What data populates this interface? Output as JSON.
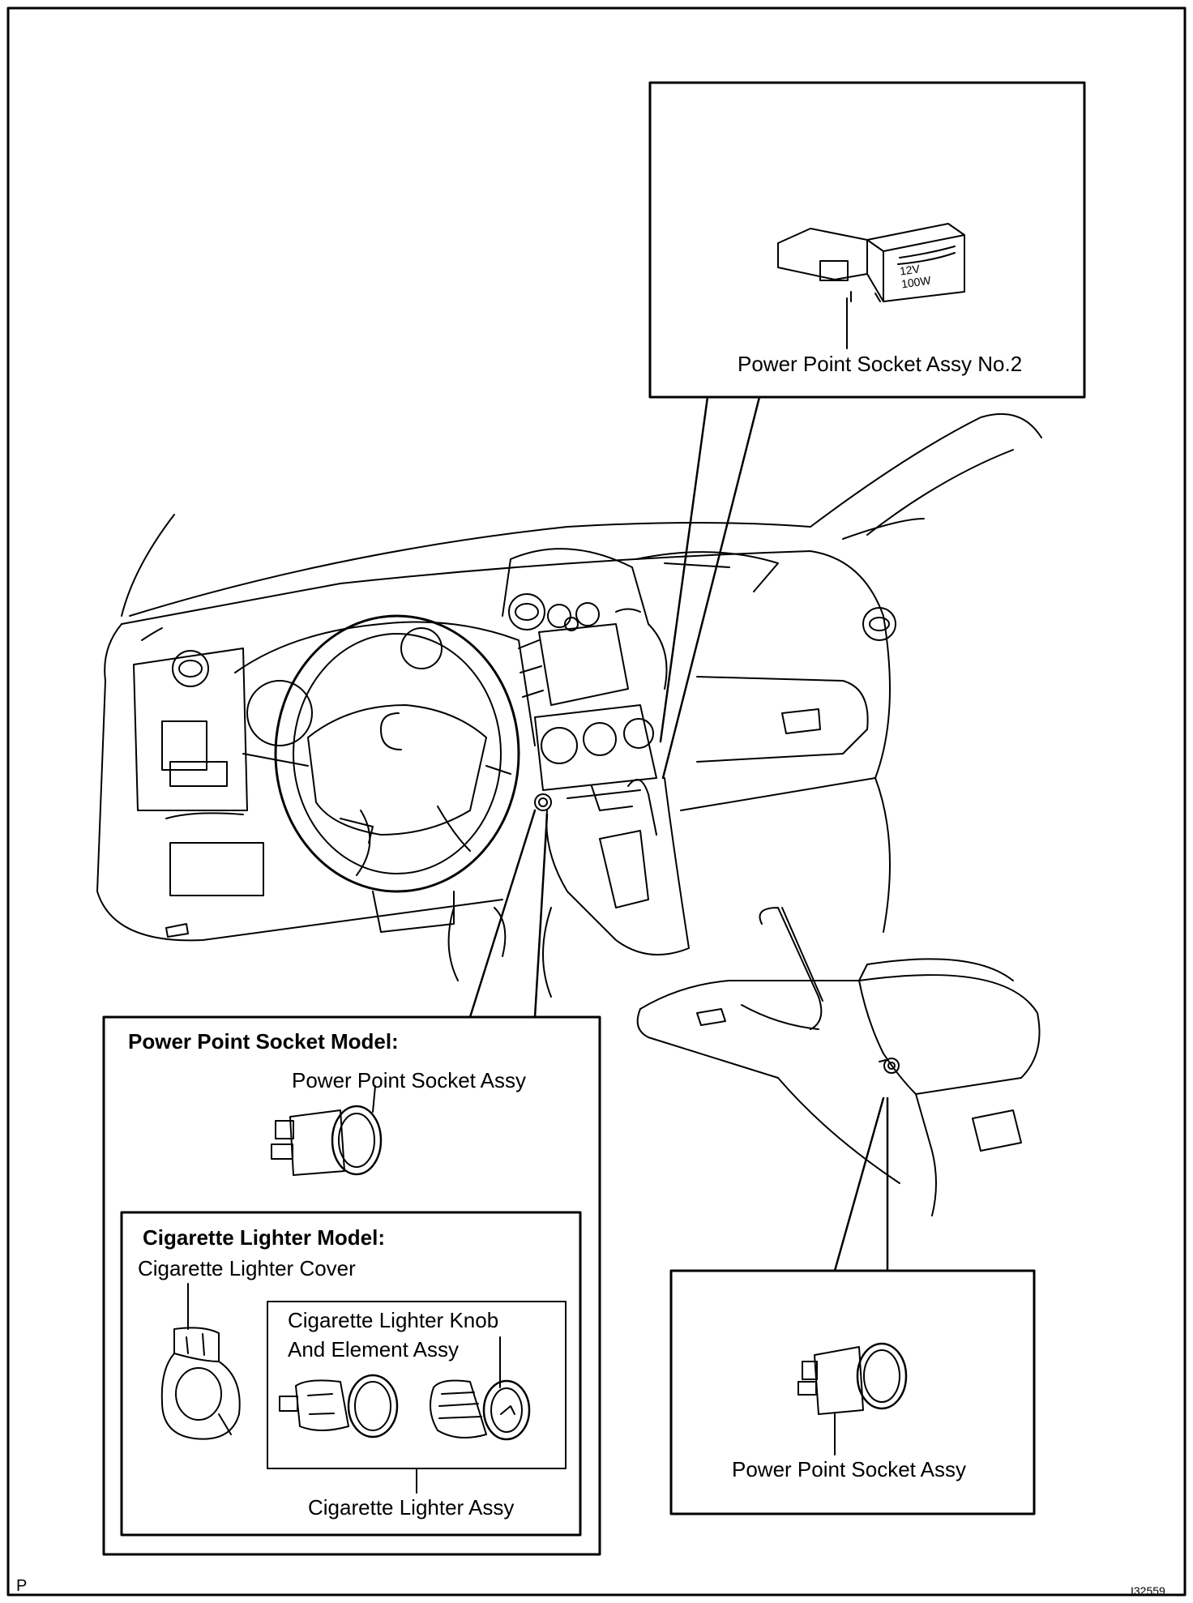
{
  "callouts": {
    "top_right": {
      "socket_label": "Power Point Socket Assy No.2",
      "socket_marking_rating": "100W",
      "socket_marking_voltage": "12V"
    },
    "bottom_left": {
      "heading": "Power Point Socket Model:",
      "socket_label": "Power Point Socket Assy",
      "cigarette_box": {
        "heading": "Cigarette Lighter  Model:",
        "cover_label": "Cigarette Lighter Cover",
        "knob_label_line1": "Cigarette Lighter Knob",
        "knob_label_line2": "And Element Assy",
        "assy_label": "Cigarette Lighter Assy"
      }
    },
    "bottom_right": {
      "socket_label": "Power Point Socket Assy"
    }
  },
  "footer": {
    "left_mark": "P",
    "figure_code": "I32559"
  }
}
